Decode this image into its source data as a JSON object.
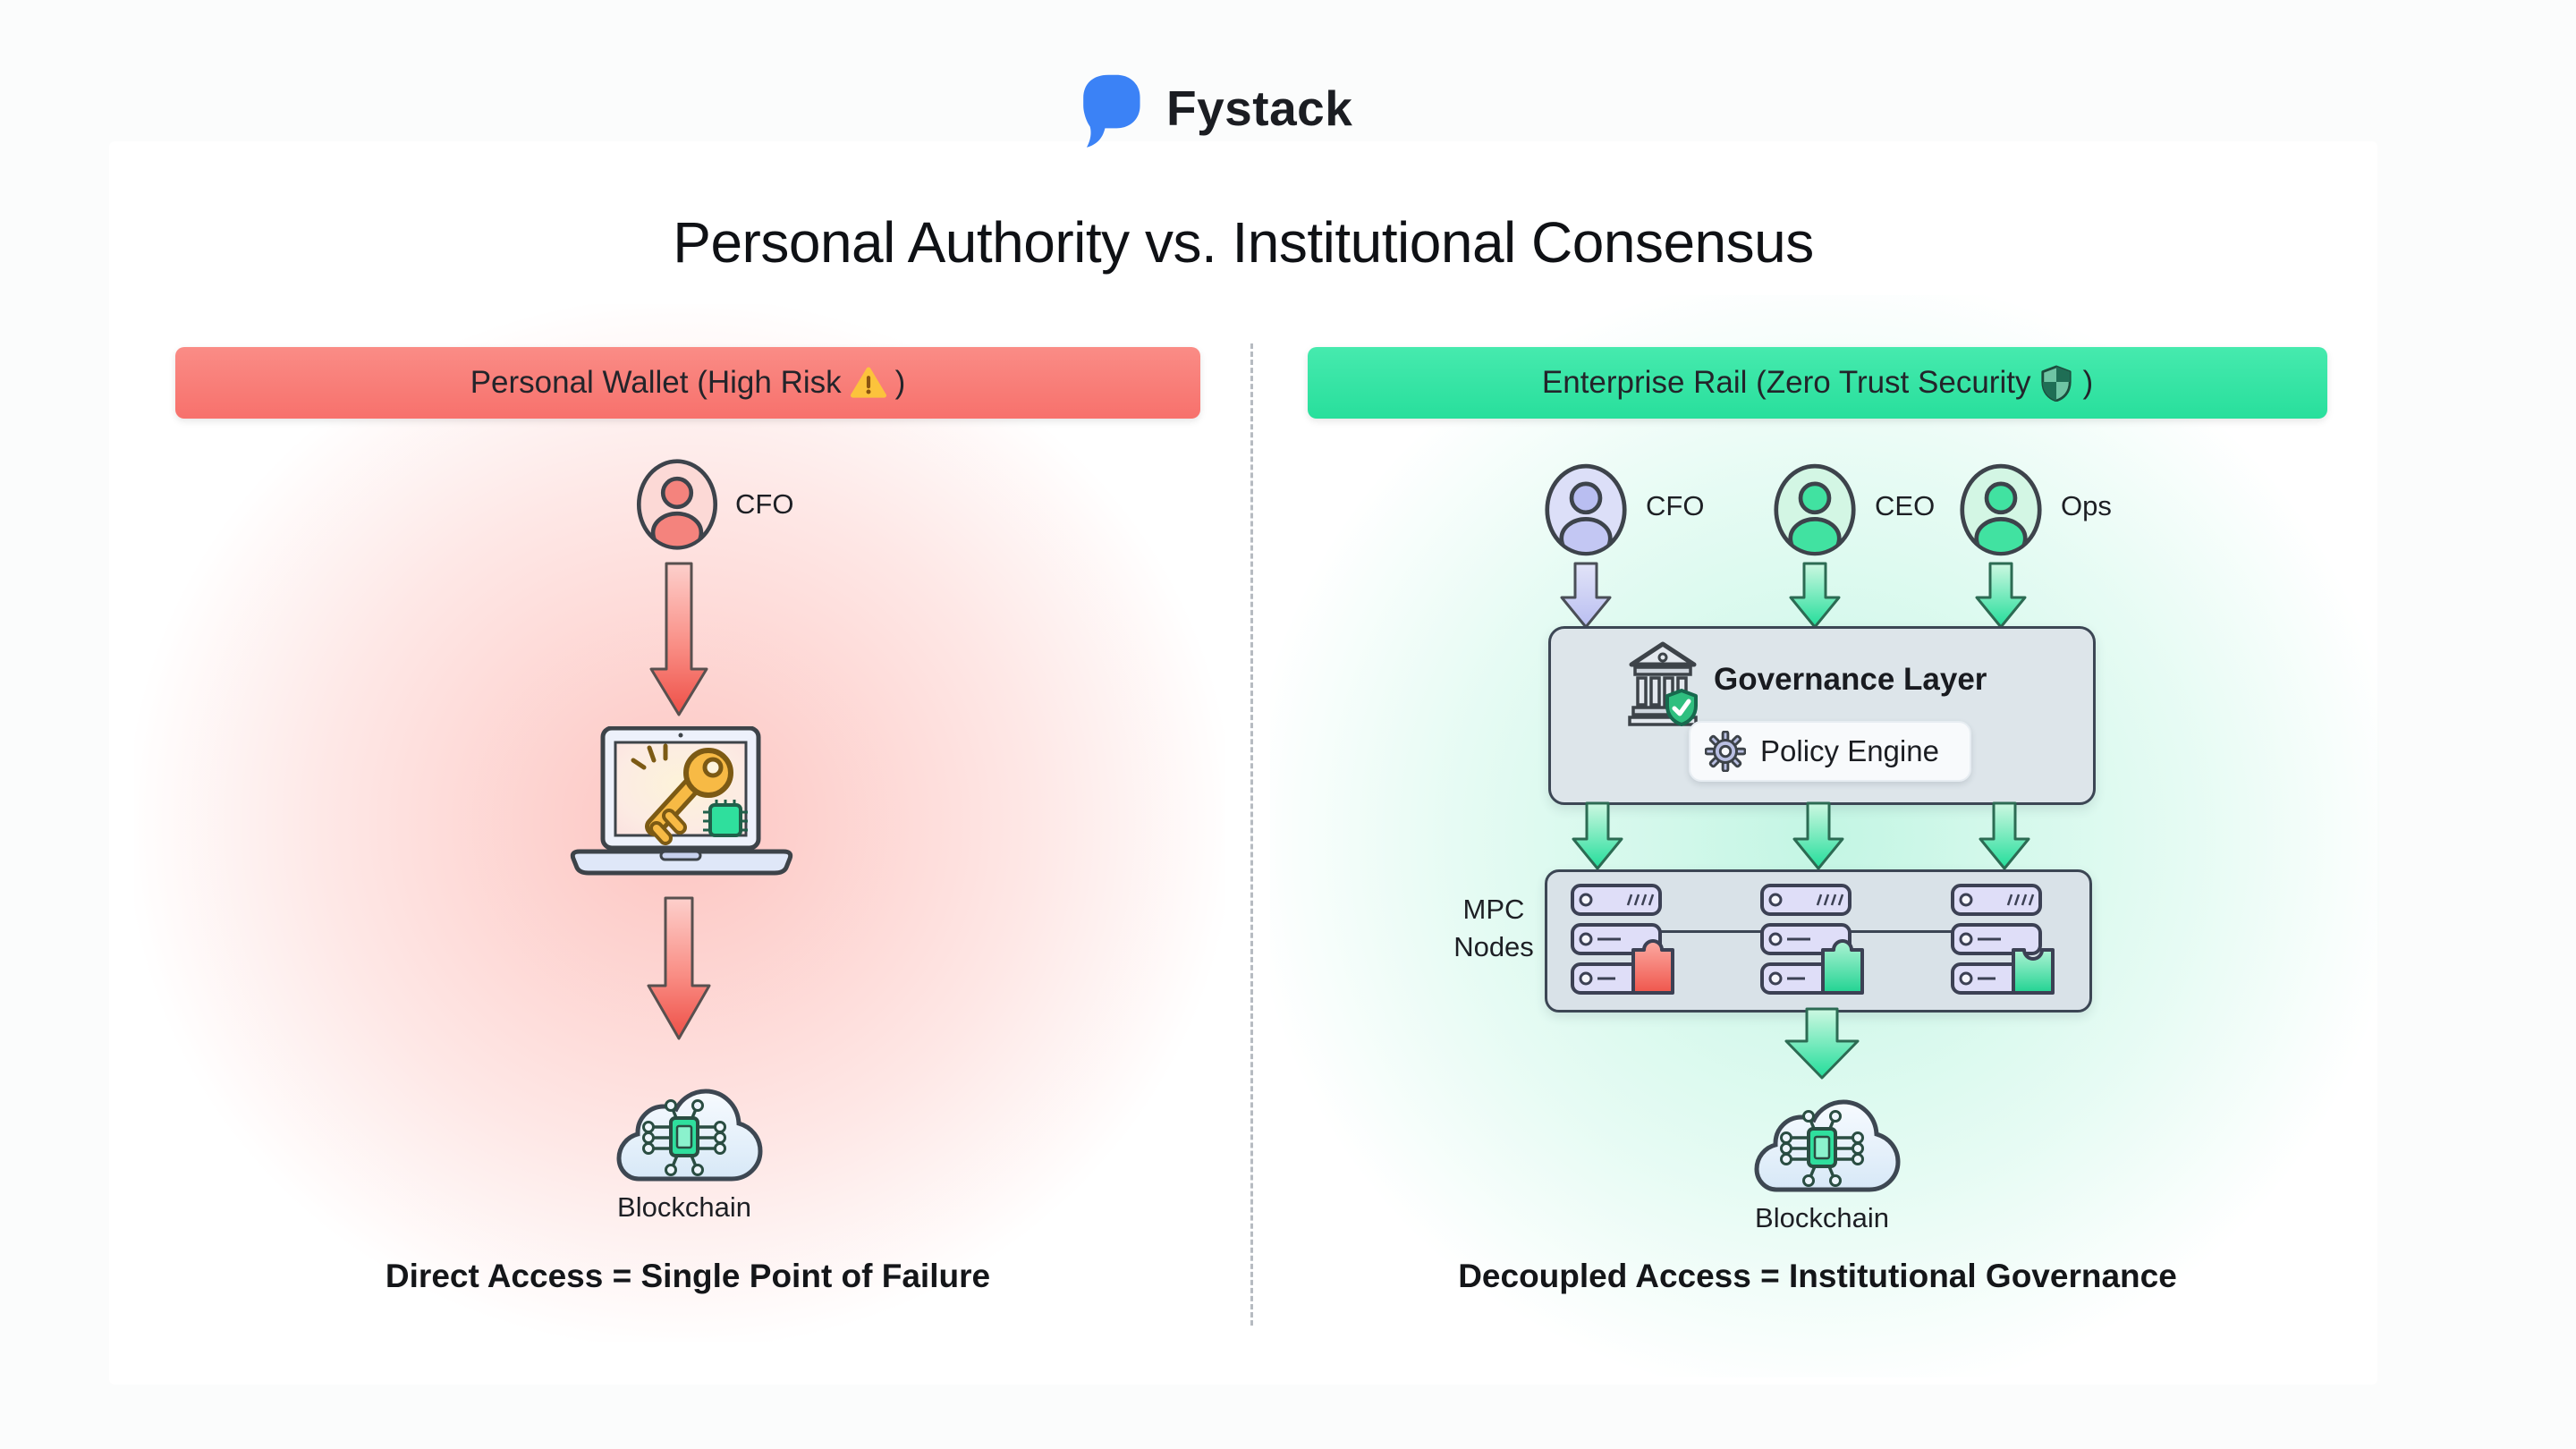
{
  "brand": {
    "name": "Fystack",
    "logo_icon": "chat-bubble-icon",
    "logo_color": "#3b82f6"
  },
  "title": "Personal Authority vs. Institutional Consensus",
  "divider": {
    "style": "vertical-dashed"
  },
  "left": {
    "banner": {
      "text": "Personal Wallet (High Risk",
      "suffix": ")",
      "icon": "warning-icon",
      "bg": "#f87d78"
    },
    "actor": {
      "label": "CFO"
    },
    "device_icon": "laptop-private-key-icon",
    "cloud": {
      "icon": "blockchain-cloud-icon",
      "label": "Blockchain"
    },
    "caption": "Direct Access = Single Point of Failure",
    "glow_color": "#f96e64"
  },
  "right": {
    "banner": {
      "text": "Enterprise Rail (Zero Trust Security",
      "suffix": ")",
      "icon": "shield-icon",
      "bg": "#31e5a4"
    },
    "actors": [
      {
        "label": "CFO",
        "tint": "#b9bef1"
      },
      {
        "label": "CEO",
        "tint": "#41e2a1"
      },
      {
        "label": "Ops",
        "tint": "#41e2a1"
      }
    ],
    "governance": {
      "title": "Governance Layer",
      "icon": "bank-shield-icon",
      "engine_icon": "gear-icon",
      "engine": "Policy Engine"
    },
    "mpc": {
      "line1": "MPC",
      "line2": "Nodes",
      "nodes": 3,
      "puzzle_colors": [
        "#f05a50",
        "#24d694",
        "#24d694"
      ]
    },
    "cloud": {
      "icon": "blockchain-cloud-icon",
      "label": "Blockchain"
    },
    "caption": "Decoupled Access = Institutional Governance",
    "glow_color": "#38e0a4"
  }
}
